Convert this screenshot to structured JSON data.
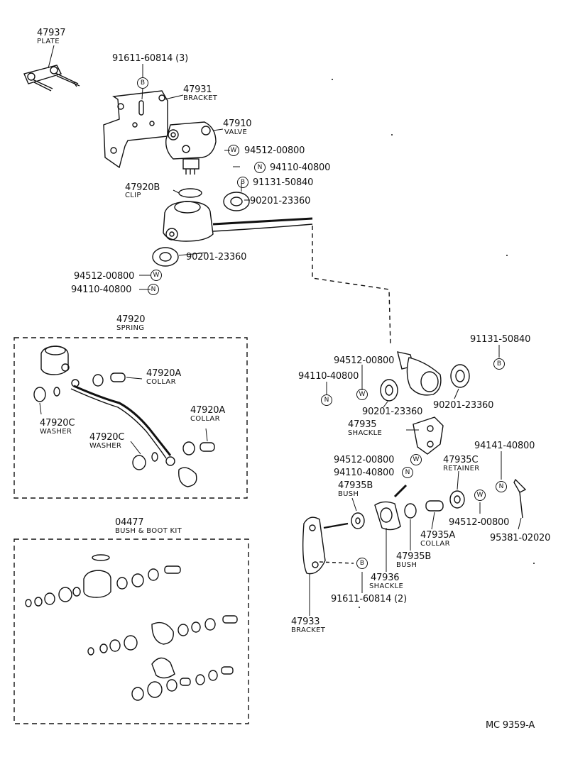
{
  "symbols": {
    "b": "B",
    "w": "W",
    "n": "N"
  },
  "top": {
    "plate_num": "47937",
    "plate_name": "PLATE",
    "bolt_top": "91611-60814 (3)",
    "bracket_num": "47931",
    "bracket_name": "BRACKET",
    "valve_num": "47910",
    "valve_name": "VALVE",
    "washer_w1": "94512-00800",
    "nut_n1": "94110-40800",
    "bolt_b2": "91131-50840",
    "clip_num": "47920B",
    "clip_name": "CLIP",
    "gasket1": "90201-23360",
    "gasket2": "90201-23360",
    "washer_w2": "94512-00800",
    "nut_n2": "94110-40800"
  },
  "spring": {
    "num": "47920",
    "name": "SPRING",
    "collar1_num": "47920A",
    "collar1_name": "COLLAR",
    "washer1_num": "47920C",
    "washer1_name": "WASHER",
    "collar2_num": "47920A",
    "collar2_name": "COLLAR",
    "washer2_num": "47920C",
    "washer2_name": "WASHER"
  },
  "kit": {
    "num": "04477",
    "name": "BUSH & BOOT KIT"
  },
  "right": {
    "bolt_b3": "91131-50840",
    "washer_w3": "94512-00800",
    "nut_n3": "94110-40800",
    "gasket3": "90201-23360",
    "gasket4": "90201-23360",
    "shackle_num": "47935",
    "shackle_name": "SHACKLE",
    "washer_w4": "94512-00800",
    "nut_n4": "94110-40800",
    "retainer_num": "47935C",
    "retainer_name": "RETAINER",
    "nut_n5": "94141-40800",
    "bush1_num": "47935B",
    "bush1_name": "BUSH",
    "washer_w5": "94512-00800",
    "pin": "95381-02020",
    "collar_num": "47935A",
    "collar_name": "COLLAR",
    "bush2_num": "47935B",
    "bush2_name": "BUSH",
    "shackle2_num": "47936",
    "shackle2_name": "SHACKLE",
    "bolt_b4": "91611-60814 (2)",
    "bracket2_num": "47933",
    "bracket2_name": "BRACKET"
  },
  "footer": {
    "code": "MC 9359-A"
  }
}
